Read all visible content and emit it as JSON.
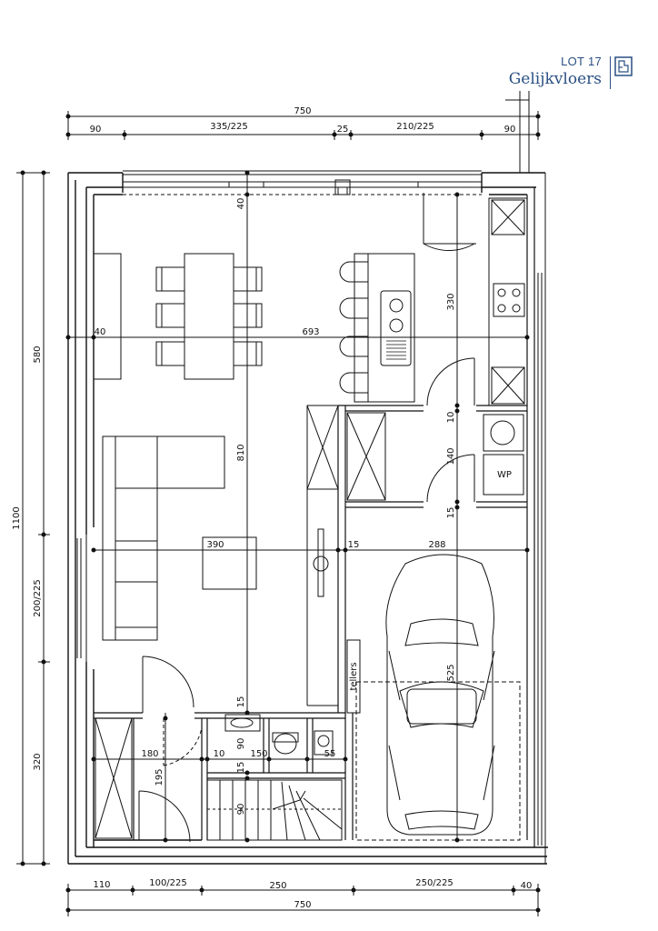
{
  "header": {
    "lot": "LOT 17",
    "level": "Gelijkvloers"
  },
  "dims": {
    "top_total": "750",
    "top_1": "90",
    "top_2": "335/225",
    "top_3": "25",
    "top_4": "210/225",
    "top_5": "90",
    "bottom_1": "110",
    "bottom_2": "100/225",
    "bottom_3": "250",
    "bottom_4": "250/225",
    "bottom_5": "40",
    "bottom_total": "750",
    "left_total": "1100",
    "left_1": "580",
    "left_2": "200/225",
    "left_3": "320",
    "h_living_left": "40",
    "h_living": "693",
    "v_top_40": "40",
    "v_810": "810",
    "v_330": "330",
    "v_10": "10",
    "v_140": "140",
    "v_15a": "15",
    "h_390": "390",
    "h_15": "15",
    "h_288": "288",
    "v_525": "525",
    "v_15b": "15",
    "v_90": "90",
    "h_180": "180",
    "h_10": "10",
    "h_150": "150",
    "h_55": "55",
    "v_15c": "15",
    "v_195": "195",
    "v_90b": "90"
  },
  "labels": {
    "wp": "WP",
    "tellers": "tellers"
  }
}
